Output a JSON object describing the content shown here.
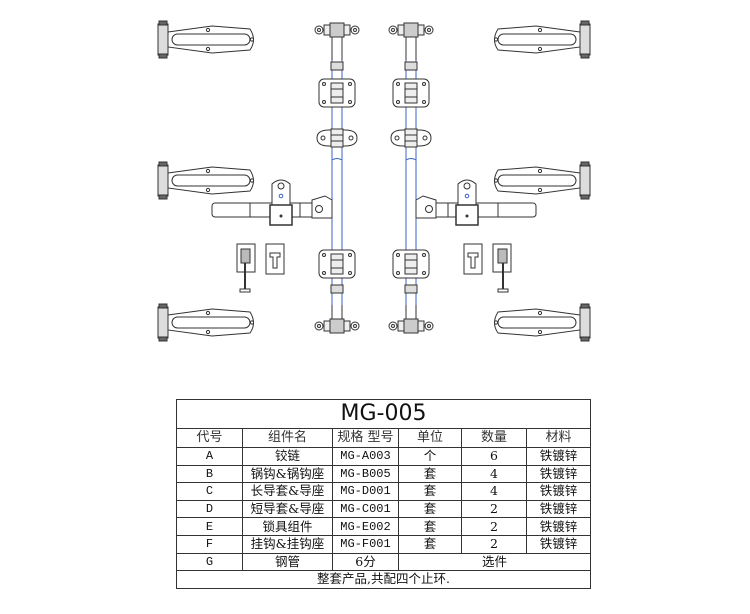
{
  "colors": {
    "line": "#333333",
    "rod": "#3a63c8"
  },
  "table": {
    "title": "MG-005",
    "headers": [
      "代号",
      "组件名",
      "规格 型号",
      "单位",
      "数量",
      "材料"
    ],
    "rows": [
      {
        "code": "A",
        "name": "铰链",
        "model": "MG-A003",
        "unit": "个",
        "qty": "6",
        "material": "铁镀锌"
      },
      {
        "code": "B",
        "name": "锅钩&锅钩座",
        "model": "MG-B005",
        "unit": "套",
        "qty": "4",
        "material": "铁镀锌"
      },
      {
        "code": "C",
        "name": "长导套&导座",
        "model": "MG-D001",
        "unit": "套",
        "qty": "4",
        "material": "铁镀锌"
      },
      {
        "code": "D",
        "name": "短导套&导座",
        "model": "MG-C001",
        "unit": "套",
        "qty": "2",
        "material": "铁镀锌"
      },
      {
        "code": "E",
        "name": "锁具组件",
        "model": "MG-E002",
        "unit": "套",
        "qty": "2",
        "material": "铁镀锌"
      },
      {
        "code": "F",
        "name": "挂钩&挂钩座",
        "model": "MG-F001",
        "unit": "套",
        "qty": "2",
        "material": "铁镀锌"
      }
    ],
    "row_g": {
      "code": "G",
      "name": "钢管",
      "model": "6分",
      "note": "选件"
    },
    "footer": "整套产品,共配四个止环."
  }
}
